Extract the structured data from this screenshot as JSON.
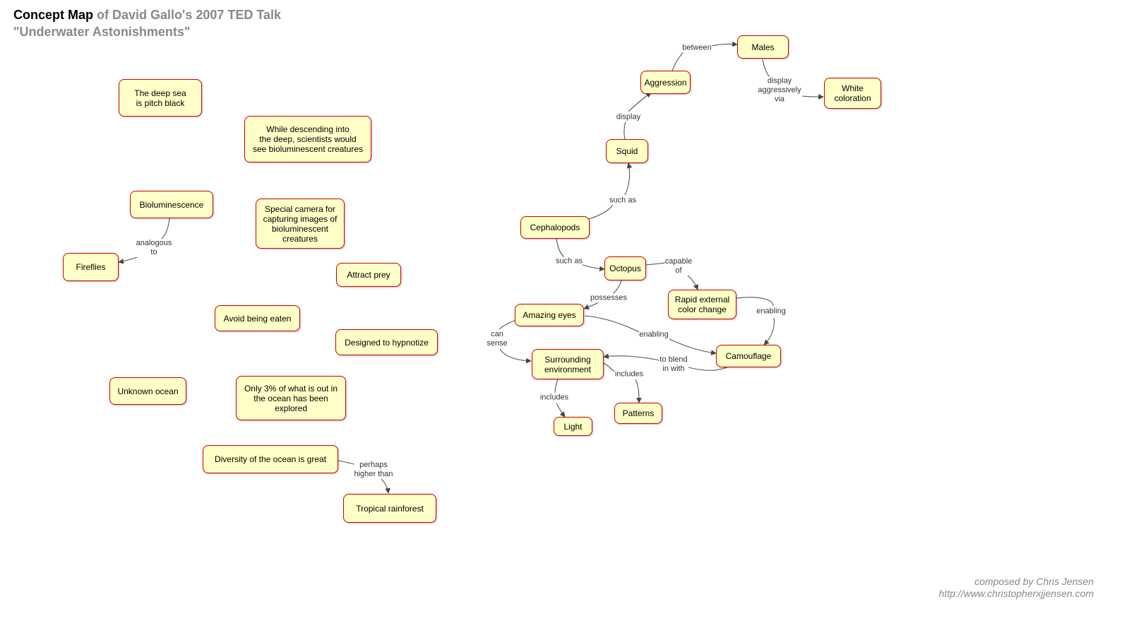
{
  "title": {
    "main": "Concept Map",
    "rest": " of David Gallo's 2007 TED Talk",
    "line2": "\"Underwater Astonishments\""
  },
  "nodes": {
    "deep_sea": "The deep sea\nis pitch black",
    "descending": "While descending into\nthe deep, scientists would\nsee bioluminescent creatures",
    "bioluminescence": "Bioluminescence",
    "fireflies": "Fireflies",
    "special_camera": "Special camera for\ncapturing images of\nbioluminescent\ncreatures",
    "attract_prey": "Attract prey",
    "avoid_eaten": "Avoid being eaten",
    "hypnotize": "Designed to hypnotize",
    "unknown_ocean": "Unknown ocean",
    "only_3": "Only 3% of what is out in\nthe ocean has been\nexplored",
    "diversity": "Diversity of the ocean is great",
    "rainforest": "Tropical rainforest",
    "males": "Males",
    "aggression": "Aggression",
    "white_coloration": "White\ncoloration",
    "squid": "Squid",
    "cephalopods": "Cephalopods",
    "octopus": "Octopus",
    "rapid_color": "Rapid external\ncolor change",
    "amazing_eyes": "Amazing eyes",
    "camouflage": "Camouflage",
    "surrounding": "Surrounding\nenvironment",
    "patterns": "Patterns",
    "light": "Light"
  },
  "links": {
    "analogous_to": "analogous\nto",
    "perhaps_higher": "perhaps\nhigher than",
    "between": "between",
    "display_aggressively": "display\naggressively\nvia",
    "display": "display",
    "such_as_squid": "such as",
    "such_as_octopus": "such as",
    "capable_of": "capable\nof",
    "possesses": "possesses",
    "enabling_rapid": "enabling",
    "enabling_eyes": "enabling",
    "can_sense": "can\nsense",
    "to_blend": "to blend\nin with",
    "includes_patterns": "includes",
    "includes_light": "includes"
  },
  "credit": {
    "author": "composed by Chris Jensen",
    "url": "http://www.christopherxjjensen.com"
  },
  "colors": {
    "node_fill": "#ffffc8",
    "node_border": "#cc0000",
    "link": "#444444",
    "title_gray": "#888888"
  }
}
